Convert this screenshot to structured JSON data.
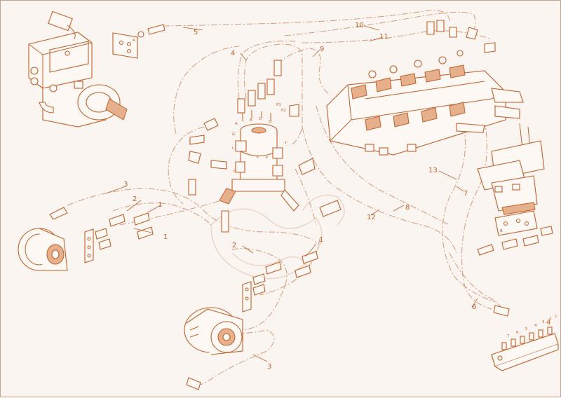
{
  "diagram": {
    "callouts": [
      "1",
      "1",
      "1",
      "2",
      "2",
      "3",
      "3",
      "4",
      "4",
      "5",
      "6",
      "7",
      "8",
      "9",
      "10",
      "11",
      "12",
      "13"
    ],
    "port_labels": [
      "A",
      "B",
      "C",
      "D",
      "P1",
      "P2",
      "G",
      "T",
      "L",
      "E",
      "F",
      "H"
    ],
    "plate_letters": [
      "A",
      "B"
    ],
    "manifold_marks": [
      "7",
      "6",
      "5",
      "4",
      "3",
      "2",
      "1"
    ]
  },
  "colors": {
    "line": "#c0602a",
    "hose": "#d49a78",
    "background": "#fbf5f1",
    "shade": "#e7b08c"
  }
}
